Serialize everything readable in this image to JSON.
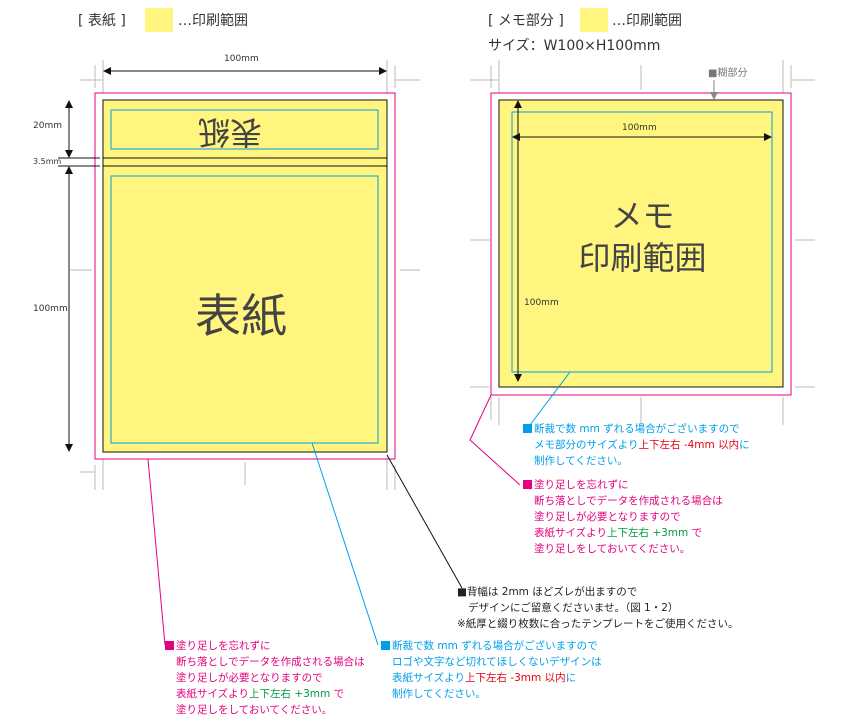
{
  "colors": {
    "bleed": "#e4007f",
    "safe": "#00a0e9",
    "print": "#fff57f",
    "red": "#e60012",
    "green": "#009944"
  },
  "left": {
    "title": "[ 表紙 ]",
    "legend": "…印刷範囲",
    "width_dim": "100mm",
    "dim_top": "20mm",
    "dim_spine": "3.5mm",
    "dim_body": "100mm",
    "label_upside": "表紙",
    "label_main": "表紙"
  },
  "right": {
    "title": "[ メモ部分 ]",
    "legend": "…印刷範囲",
    "size": "サイズ：W100×H100mm",
    "glue": "■糊部分",
    "width_dim": "100mm",
    "height_dim": "100mm",
    "label_line1": "メモ",
    "label_line2": "印刷範囲"
  },
  "notes": {
    "memo_safe": {
      "l1": "断裁で数 mm ずれる場合がございますので",
      "l2a": "メモ部分のサイズより",
      "l2b": "上下左右 -4mm 以内",
      "l2c": "に",
      "l3": "制作してください。"
    },
    "memo_bleed": {
      "l1": "塗り足しを忘れずに",
      "l2": "断ち落としでデータを作成される場合は",
      "l3": "塗り足しが必要となりますので",
      "l4a": "表紙サイズより",
      "l4b": "上下左右 +3mm",
      "l4c": " で",
      "l5": "塗り足しをしておいてください。"
    },
    "spine": {
      "l1": "■背幅は 2mm ほどズレが出ますので",
      "l2": "デザインにご留意くださいませ。（図 1・2）",
      "l3": "※紙厚と綴り枚数に合ったテンプレートをご使用ください。"
    },
    "cover_bleed": {
      "l1": "塗り足しを忘れずに",
      "l2": "断ち落としでデータを作成される場合は",
      "l3": "塗り足しが必要となりますので",
      "l4a": "表紙サイズより",
      "l4b": "上下左右 +3mm",
      "l4c": " で",
      "l5": "塗り足しをしておいてください。"
    },
    "cover_safe": {
      "l1": "断裁で数 mm ずれる場合がございますので",
      "l2": "ロゴや文字など切れてほしくないデザインは",
      "l3a": "表紙サイズより",
      "l3b": "上下左右 -3mm 以内",
      "l3c": "に",
      "l4": "制作してください。"
    }
  }
}
